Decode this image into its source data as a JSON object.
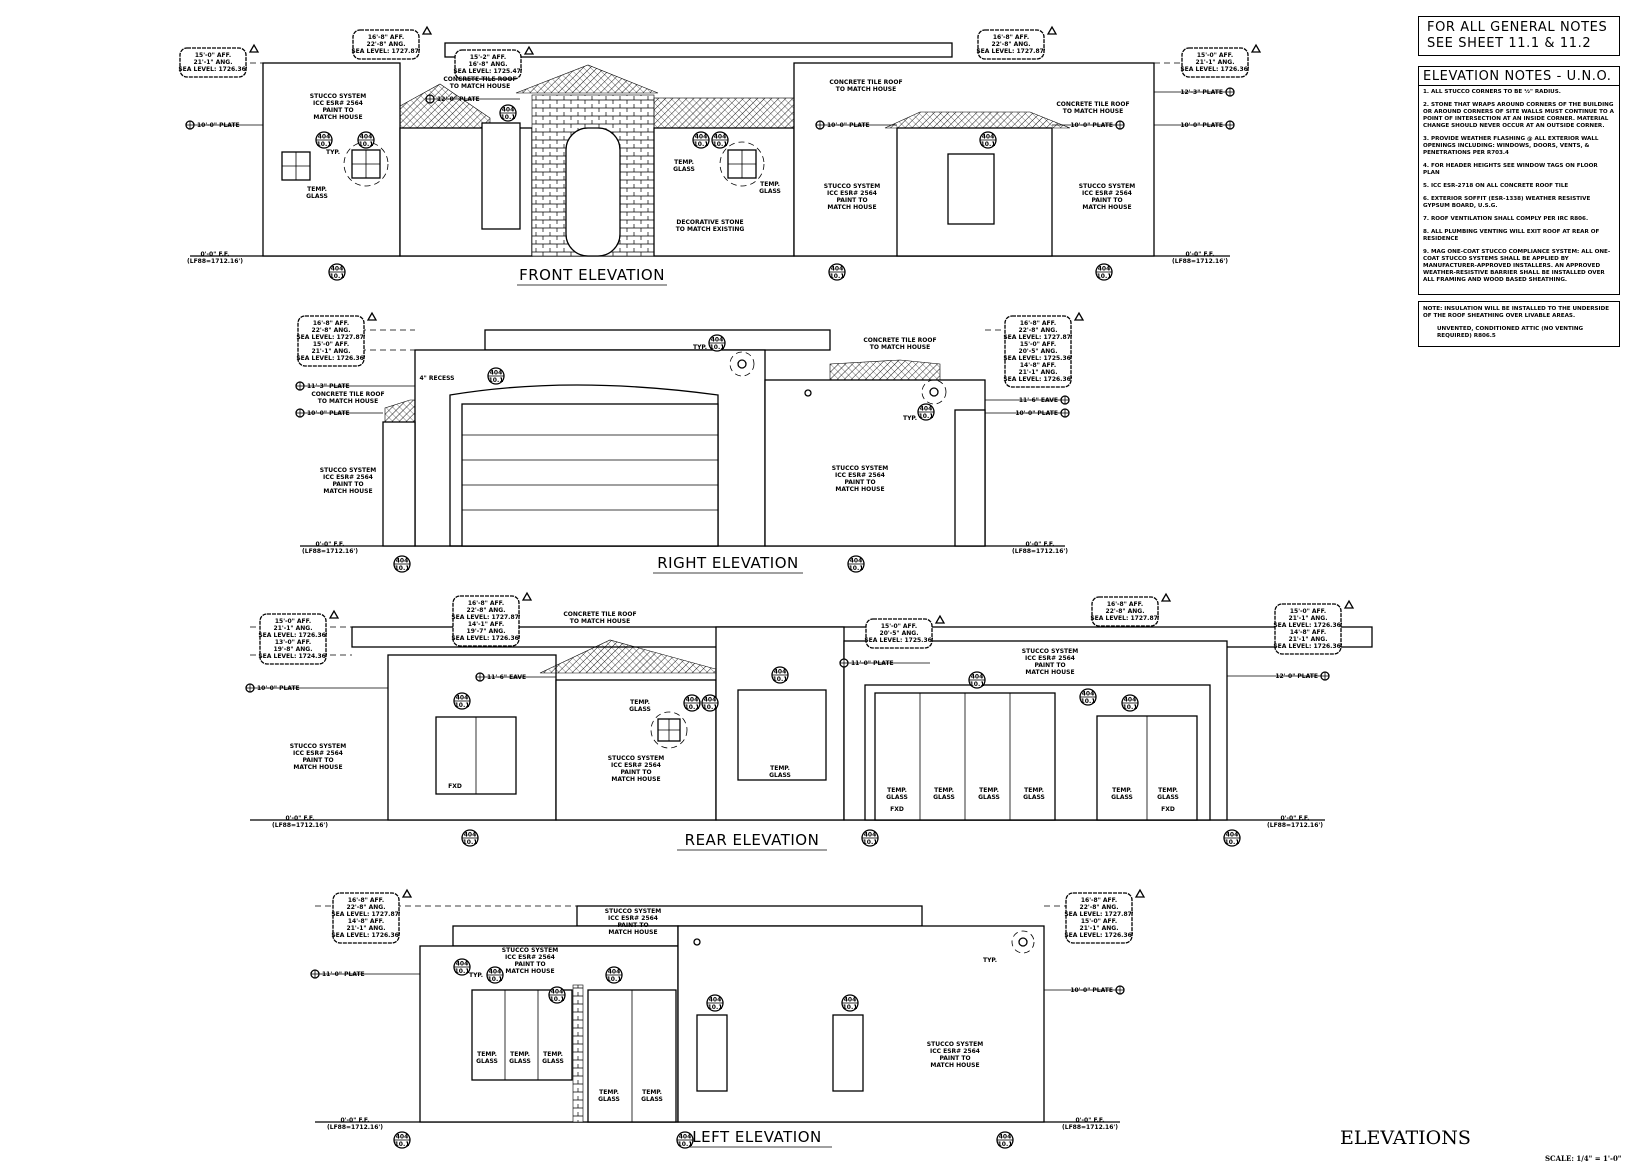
{
  "general_notes": {
    "line1": "FOR ALL GENERAL NOTES",
    "line2": "SEE SHEET 11.1 & 11.2"
  },
  "elevation_notes": {
    "title": "ELEVATION NOTES - U.N.O.",
    "items": [
      "1.  ALL STUCCO CORNERS TO BE ½\" RADIUS.",
      "2.  STONE THAT WRAPS AROUND CORNERS OF THE BUILDING OR AROUND CORNERS OF SITE WALLS MUST CONTINUE TO A POINT OF INTERSECTION AT AN INSIDE CORNER. MATERIAL CHANGE SHOULD NEVER OCCUR AT AN OUTSIDE CORNER.",
      "3. PROVIDE WEATHER FLASHING @ ALL EXTERIOR WALL OPENINGS INCLUDING: WINDOWS, DOORS, VENTS, & PENETRATIONS PER R703.4",
      "4. FOR HEADER HEIGHTS SEE WINDOW TAGS ON FLOOR PLAN",
      "5.  ICC ESR-2718 ON ALL CONCRETE ROOF TILE",
      "6.  EXTERIOR SOFFIT (ESR-1338) WEATHER RESISTIVE GYPSUM BOARD, U.S.G.",
      "7.  ROOF VENTILATION SHALL COMPLY PER IRC R806.",
      "8.  ALL PLUMBING VENTING WILL EXIT ROOF AT REAR OF RESIDENCE",
      "9. MAG ONE-COAT STUCCO COMPLIANCE SYSTEM: ALL ONE-COAT STUCCO SYSTEMS SHALL BE APPLIED BY MANUFACTURER-APPROVED INSTALLERS. AN APPROVED WEATHER-RESISTIVE BARRIER SHALL BE INSTALLED OVER ALL FRAMING AND WOOD BASED SHEATHING."
    ],
    "note1": "NOTE: INSULATION WILL BE INSTALLED TO THE UNDERSIDE OF THE ROOF SHEATHING OVER LIVABLE AREAS.",
    "note2": "UNVENTED, CONDITIONED ATTIC (NO VENTING REQUIRED) R806.5"
  },
  "sheet": {
    "title": "ELEVATIONS",
    "scale": "SCALE: 1/4\" = 1'-0\""
  },
  "labels": {
    "stucco": [
      "STUCCO SYSTEM",
      "ICC ESR# 2564",
      "PAINT TO",
      "MATCH HOUSE"
    ],
    "tile_roof": [
      "CONCRETE TILE ROOF",
      "TO MATCH HOUSE"
    ],
    "temp_glass": [
      "TEMP.",
      "GLASS"
    ],
    "decorative_stone": [
      "DECORATIVE STONE",
      "TO MATCH EXISTING"
    ],
    "typ": "TYP.",
    "fxd": "FXD",
    "recess": "4\" RECESS",
    "ff": "0'-0\" F.F.",
    "ff_sea": "(LF88=1712.16')",
    "tag_num": "404",
    "tag_sub": "10.1"
  },
  "elevations": [
    {
      "title": "FRONT ELEVATION",
      "plates_left": [
        "10'-0\" PLATE",
        "12'-0\" PLATE"
      ],
      "plates_right": [
        "10'-0\" PLATE",
        "12'-3\" PLATE"
      ],
      "clouds": [
        [
          "15'-0\" AFF.",
          "21'-1\" ANG.",
          "SEA LEVEL: 1726.36'"
        ],
        [
          "16'-8\" AFF.",
          "22'-8\" ANG.",
          "SEA LEVEL: 1727.87'"
        ],
        [
          "15'-2\" AFF.",
          "16'-8\" ANG.",
          "SEA LEVEL: 1725.47'"
        ],
        [
          "16'-8\" AFF.",
          "22'-8\" ANG.",
          "SEA LEVEL: 1727.87'"
        ],
        [
          "15'-0\" AFF.",
          "21'-1\" ANG.",
          "SEA LEVEL: 1726.36'"
        ]
      ]
    },
    {
      "title": "RIGHT ELEVATION",
      "plates_left": [
        "11'-3\" PLATE",
        "10'-0\" PLATE"
      ],
      "plates_right": [
        "11'-6\" EAVE",
        "10'-0\" PLATE"
      ],
      "clouds": [
        [
          "16'-8\" AFF.",
          "22'-8\" ANG.",
          "SEA LEVEL: 1727.87'",
          "15'-0\" AFF.",
          "21'-1\" ANG.",
          "SEA LEVEL: 1726.36'"
        ],
        [
          "16'-8\" AFF.",
          "22'-8\" ANG.",
          "SEA LEVEL: 1727.87'",
          "15'-0\" AFF.",
          "20'-5\" ANG.",
          "SEA LEVEL: 1725.36'",
          "14'-8\" AFF.",
          "21'-1\" ANG.",
          "SEA LEVEL: 1726.36'"
        ]
      ]
    },
    {
      "title": "REAR ELEVATION",
      "plates_left": [
        "10'-0\" PLATE"
      ],
      "plates_right": [
        "11'-0\" PLATE",
        "11'-6\" EAVE",
        "10'-0\" PLATE",
        "12'-0\" PLATE"
      ],
      "clouds": [
        [
          "15'-0\" AFF.",
          "21'-1\" ANG.",
          "SEA LEVEL: 1726.36'",
          "13'-0\" AFF.",
          "19'-8\" ANG.",
          "SEA LEVEL: 1724.36'"
        ],
        [
          "16'-8\" AFF.",
          "22'-8\" ANG.",
          "SEA LEVEL: 1727.87'",
          "14'-1\" AFF.",
          "19'-7\" ANG.",
          "SEA LEVEL: 1726.36'"
        ],
        [
          "15'-0\" AFF.",
          "20'-5\" ANG.",
          "SEA LEVEL: 1725.36'"
        ],
        [
          "16'-8\" AFF.",
          "22'-8\" ANG.",
          "SEA LEVEL: 1727.87'"
        ],
        [
          "15'-0\" AFF.",
          "21'-1\" ANG.",
          "SEA LEVEL: 1726.36'",
          "14'-8\" AFF.",
          "21'-1\" ANG.",
          "SEA LEVEL: 1726.36'"
        ]
      ]
    },
    {
      "title": "LEFT ELEVATION",
      "plates_left": [
        "11'-0\" PLATE"
      ],
      "plates_right": [
        "10'-0\" PLATE"
      ],
      "clouds": [
        [
          "16'-8\" AFF.",
          "22'-8\" ANG.",
          "SEA LEVEL: 1727.87'",
          "14'-8\" AFF.",
          "21'-1\" ANG.",
          "SEA LEVEL: 1726.36'"
        ],
        [
          "16'-8\" AFF.",
          "22'-8\" ANG.",
          "SEA LEVEL: 1727.87'",
          "15'-0\" AFF.",
          "21'-1\" ANG.",
          "SEA LEVEL: 1726.36'"
        ]
      ]
    }
  ]
}
